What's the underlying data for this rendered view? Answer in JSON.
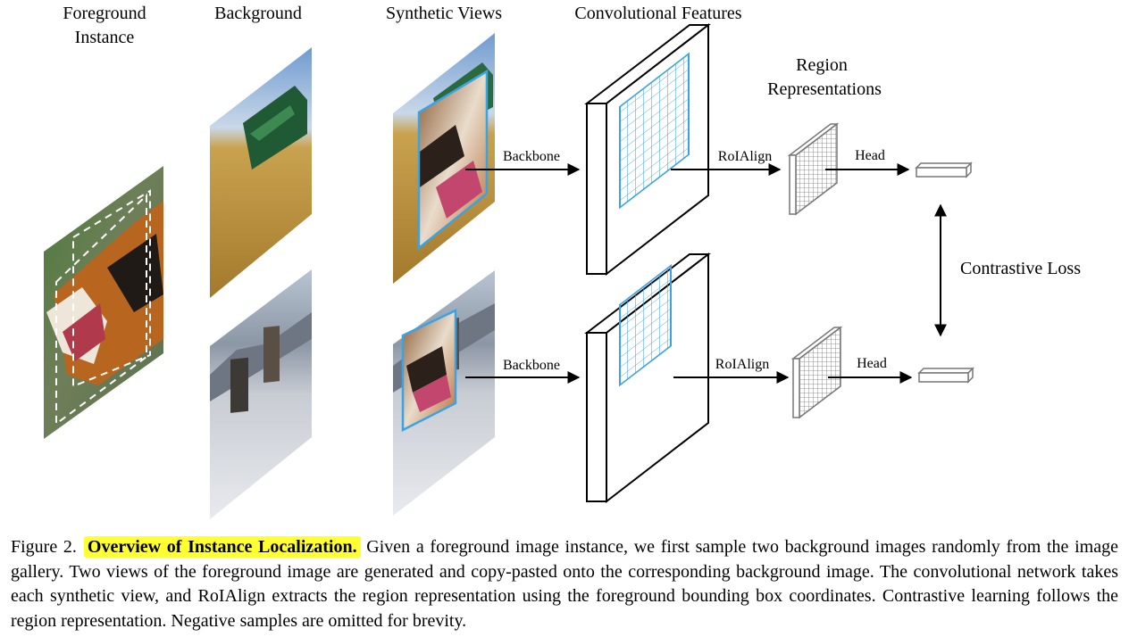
{
  "figure": {
    "headers": {
      "foreground_line1": "Foreground",
      "foreground_line2": "Instance",
      "background": "Background",
      "synthetic_views": "Synthetic Views",
      "conv_features": "Convolutional Features",
      "region_line1": "Region",
      "region_line2": "Representations"
    },
    "labels": {
      "backbone_top": "Backbone",
      "backbone_bottom": "Backbone",
      "roialign_top": "RoIAlign",
      "roialign_bottom": "RoIAlign",
      "head_top": "Head",
      "head_bottom": "Head",
      "contrastive_loss": "Contrastive Loss"
    },
    "colors": {
      "grid_blue": "#3aa3e3",
      "highlight": "#ffff33"
    }
  },
  "caption": {
    "prefix": "Figure 2.",
    "highlight": "Overview of Instance Localization.",
    "text": "Given a foreground image instance, we first sample two background images randomly from the image gallery.  Two views of the foreground image are generated and copy-pasted onto the corresponding background image. The convolutional network takes each synthetic view, and RoIAlign extracts the region representation using the foreground bounding box coordinates. Contrastive learning follows the region representation. Negative samples are omitted for brevity."
  }
}
